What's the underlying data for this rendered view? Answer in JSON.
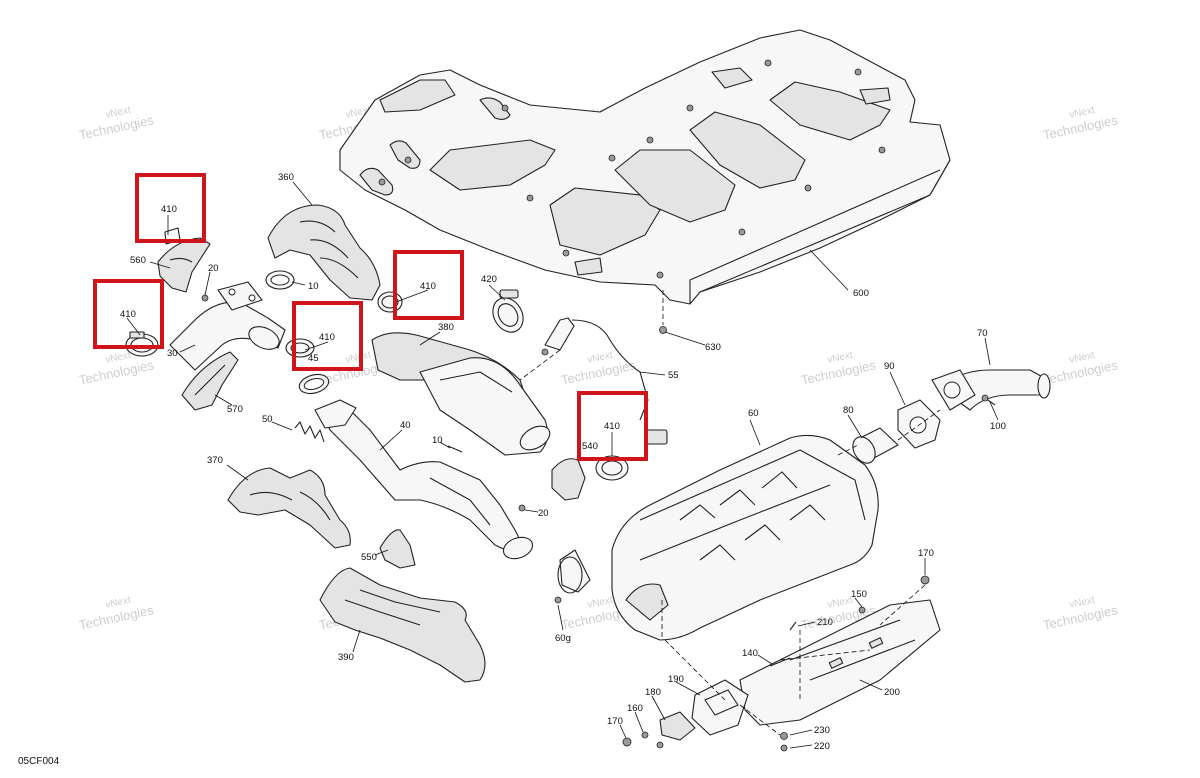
{
  "diagram": {
    "code": "05CF004",
    "watermark": {
      "line1": "vNext",
      "line2": "Technologies",
      "full": "vNext Technologies"
    },
    "colors": {
      "highlight": "#d0141b",
      "line": "#222222",
      "watermark": "#bdbdbd",
      "background": "#ffffff"
    },
    "highlighted_label": "410",
    "labels": {
      "p360": "360",
      "p410a": "410",
      "p410b": "410",
      "p410c": "410",
      "p410d": "410",
      "p410e": "410",
      "p560": "560",
      "p20a": "20",
      "p10a": "10",
      "p30": "30",
      "p45": "45",
      "p380": "380",
      "p420": "420",
      "p600": "600",
      "p630": "630",
      "p55": "55",
      "p570": "570",
      "p50": "50",
      "p40": "40",
      "p10b": "10",
      "p540": "540",
      "p60": "60",
      "p80": "80",
      "p90": "90",
      "p70": "70",
      "p100": "100",
      "p370": "370",
      "p20b": "20",
      "p550": "550",
      "p60g": "60g",
      "p390": "390",
      "p170a": "170",
      "p150": "150",
      "p210": "210",
      "p140": "140",
      "p200": "200",
      "p190": "190",
      "p180": "180",
      "p160": "160",
      "p170b": "170",
      "p230": "230",
      "p220": "220"
    }
  }
}
